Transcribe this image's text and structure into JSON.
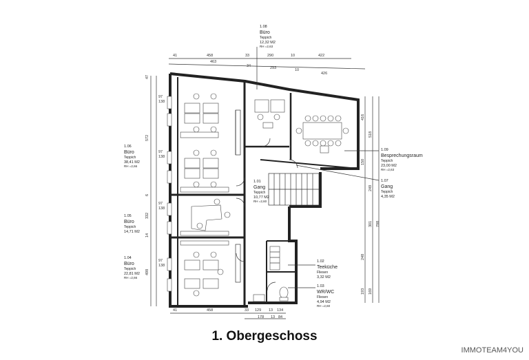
{
  "title": "1. Obergeschoss",
  "watermark": "IMMOTEAM4YOU",
  "rooms": [
    {
      "id": "1.08",
      "name": "Büro",
      "floor": "Teppich",
      "area": "12,32 M2",
      "rh": "RH =2,63"
    },
    {
      "id": "1.06",
      "name": "Büro",
      "floor": "Teppich",
      "area": "38,41 M2",
      "rh": "RH =2,66"
    },
    {
      "id": "1.01",
      "name": "Gang",
      "floor": "Teppich",
      "area": "10,77 M2",
      "rh": "RH =2,60"
    },
    {
      "id": "1.09",
      "name": "Besprechungsraum",
      "floor": "Teppich",
      "area": "23,00 M2",
      "rh": "RH =2,63"
    },
    {
      "id": "1.07",
      "name": "Gang",
      "floor": "Teppich",
      "area": "4,35 M2",
      "rh": ""
    },
    {
      "id": "1.05",
      "name": "Büro",
      "floor": "Teppich",
      "area": "14,71 M2",
      "rh": ""
    },
    {
      "id": "1.04",
      "name": "Büro",
      "floor": "Teppich",
      "area": "22,81 M2",
      "rh": "RH =2,66"
    },
    {
      "id": "1.02",
      "name": "Teeküche",
      "floor": "Fliesen",
      "area": "3,32 M2",
      "rh": ""
    },
    {
      "id": "1.03",
      "name": "WR/WC",
      "floor": "Fliesen",
      "area": "4,94 M2",
      "rh": "RH =2,60"
    }
  ],
  "dimensions": {
    "top_row1": [
      "41",
      "458",
      "33",
      "290",
      "10",
      "422"
    ],
    "top_row2": [
      "463",
      "34",
      "293",
      "10",
      "426"
    ],
    "bottom_row1": [
      "41",
      "458",
      "33",
      "129",
      "13",
      "134"
    ],
    "bottom_row2": [
      "178",
      "13",
      "84"
    ],
    "left_vertical": [
      "47",
      "572",
      "6",
      "332",
      "14",
      "498"
    ],
    "right_vertical": [
      "416",
      "518",
      "150",
      "248",
      "301",
      "798",
      "249",
      "193",
      "169"
    ],
    "window_tags": [
      "97",
      "138"
    ]
  }
}
